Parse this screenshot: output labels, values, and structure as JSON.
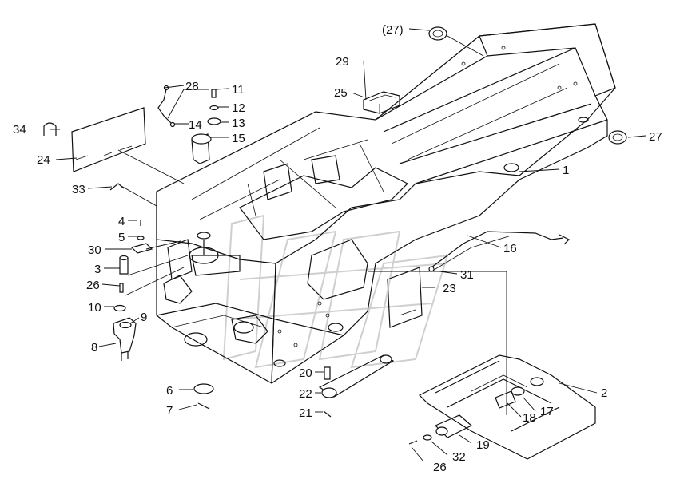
{
  "labels": [
    {
      "id": "p27a",
      "text": "(27)"
    },
    {
      "id": "p27b",
      "text": "27"
    },
    {
      "id": "p29",
      "text": "29"
    },
    {
      "id": "p25",
      "text": "25"
    },
    {
      "id": "p28",
      "text": "28"
    },
    {
      "id": "p11",
      "text": "11"
    },
    {
      "id": "p12",
      "text": "12"
    },
    {
      "id": "p13",
      "text": "13"
    },
    {
      "id": "p14",
      "text": "14"
    },
    {
      "id": "p15",
      "text": "15"
    },
    {
      "id": "p34",
      "text": "34"
    },
    {
      "id": "p24",
      "text": "24"
    },
    {
      "id": "p33",
      "text": "33"
    },
    {
      "id": "p1",
      "text": "1"
    },
    {
      "id": "p4",
      "text": "4"
    },
    {
      "id": "p5",
      "text": "5"
    },
    {
      "id": "p30",
      "text": "30"
    },
    {
      "id": "p3",
      "text": "3"
    },
    {
      "id": "p26a",
      "text": "26"
    },
    {
      "id": "p10",
      "text": "10"
    },
    {
      "id": "p9",
      "text": "9"
    },
    {
      "id": "p8",
      "text": "8"
    },
    {
      "id": "p16",
      "text": "16"
    },
    {
      "id": "p31",
      "text": "31"
    },
    {
      "id": "p23",
      "text": "23"
    },
    {
      "id": "p2",
      "text": "2"
    },
    {
      "id": "p20",
      "text": "20"
    },
    {
      "id": "p22",
      "text": "22"
    },
    {
      "id": "p21",
      "text": "21"
    },
    {
      "id": "p6",
      "text": "6"
    },
    {
      "id": "p7",
      "text": "7"
    },
    {
      "id": "p18",
      "text": "18"
    },
    {
      "id": "p17",
      "text": "17"
    },
    {
      "id": "p19",
      "text": "19"
    },
    {
      "id": "p26b",
      "text": "26"
    },
    {
      "id": "p32",
      "text": "32"
    }
  ]
}
